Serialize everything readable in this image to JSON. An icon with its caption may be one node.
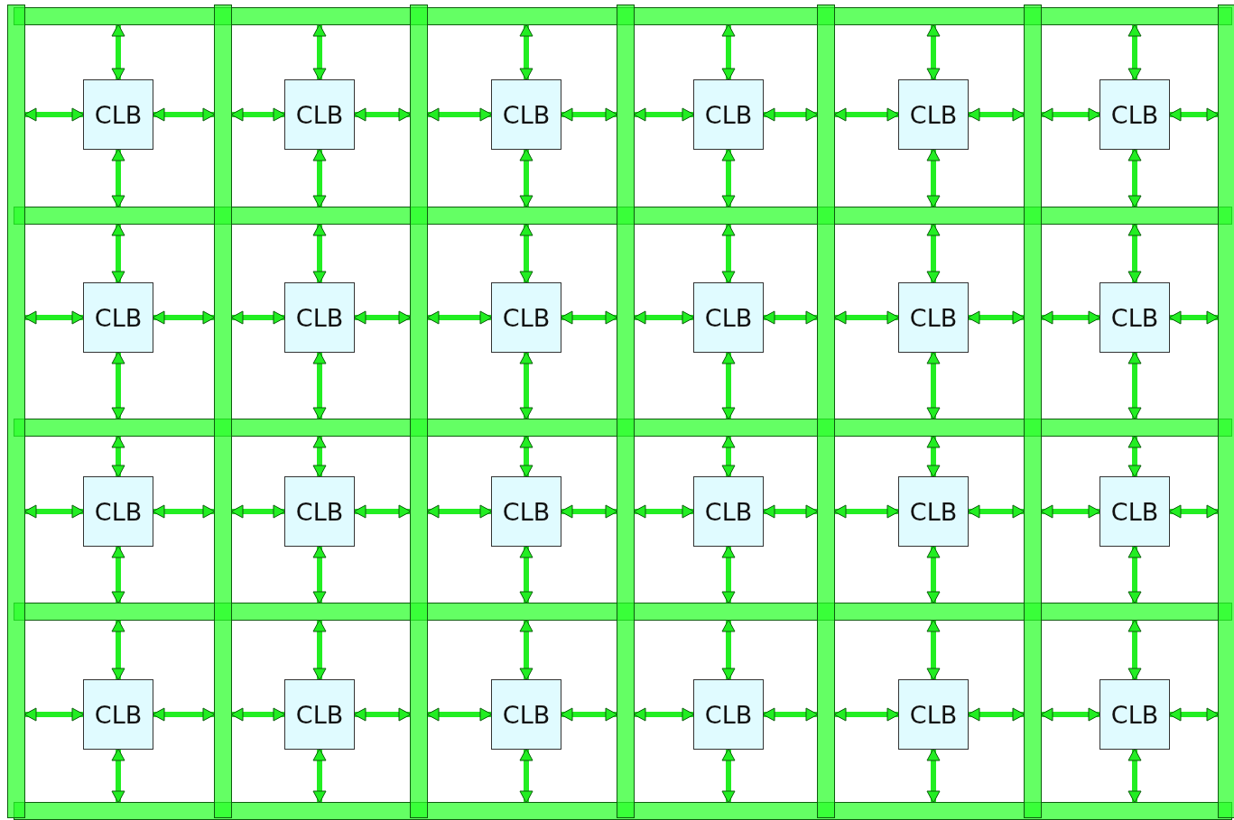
{
  "diagram": {
    "nodes": [
      {
        "text": [],
        "shape": "bar"
      },
      {
        "text": [],
        "shape": "bar"
      },
      {
        "text": [],
        "shape": "bar"
      },
      {
        "text": [],
        "shape": "bar"
      },
      {
        "text": [],
        "shape": "bar"
      },
      {
        "text": [],
        "shape": "bar"
      },
      {
        "text": [],
        "shape": "bar"
      },
      {
        "text": [],
        "shape": "bar"
      },
      {
        "text": [],
        "shape": "bar"
      },
      {
        "text": [],
        "shape": "bar"
      },
      {
        "text": [],
        "shape": "bar"
      },
      {
        "text": [],
        "shape": "bar"
      },
      {
        "text": [
          "CLB"
        ]
      },
      {
        "text": [
          "CLB"
        ]
      },
      {
        "text": [
          "CLB"
        ]
      },
      {
        "text": [
          "CLB"
        ]
      },
      {
        "text": [
          "CLB"
        ]
      },
      {
        "text": [
          "CLB"
        ]
      },
      {
        "text": [
          "CLB"
        ]
      },
      {
        "text": [
          "CLB"
        ]
      },
      {
        "text": [
          "CLB"
        ]
      },
      {
        "text": [
          "CLB"
        ]
      },
      {
        "text": [
          "CLB"
        ]
      },
      {
        "text": [
          "CLB"
        ]
      },
      {
        "text": [
          "CLB"
        ]
      },
      {
        "text": [
          "CLB"
        ]
      },
      {
        "text": [
          "CLB"
        ]
      },
      {
        "text": [
          "CLB"
        ]
      },
      {
        "text": [
          "CLB"
        ]
      },
      {
        "text": [
          "CLB"
        ]
      },
      {
        "text": [
          "CLB"
        ]
      },
      {
        "text": [
          "CLB"
        ]
      },
      {
        "text": [
          "CLB"
        ]
      },
      {
        "text": [
          "CLB"
        ]
      },
      {
        "text": [
          "CLB"
        ]
      },
      {
        "text": [
          "CLB"
        ]
      }
    ],
    "edges": [
      {
        "from": 12,
        "to": 0,
        "arrow": "both"
      },
      {
        "from": 12,
        "to": 5,
        "arrow": "both"
      },
      {
        "from": 12,
        "to": 6,
        "arrow": "both"
      },
      {
        "from": 12,
        "to": 1,
        "arrow": "both"
      },
      {
        "from": 13,
        "to": 0,
        "arrow": "both"
      },
      {
        "from": 13,
        "to": 6,
        "arrow": "both"
      },
      {
        "from": 13,
        "to": 7,
        "arrow": "both"
      },
      {
        "from": 13,
        "to": 1,
        "arrow": "both"
      },
      {
        "from": 14,
        "to": 0,
        "arrow": "both"
      },
      {
        "from": 14,
        "to": 7,
        "arrow": "both"
      },
      {
        "from": 14,
        "to": 8,
        "arrow": "both"
      },
      {
        "from": 14,
        "to": 1,
        "arrow": "both"
      },
      {
        "from": 15,
        "to": 0,
        "arrow": "both"
      },
      {
        "from": 15,
        "to": 8,
        "arrow": "both"
      },
      {
        "from": 15,
        "to": 9,
        "arrow": "both"
      },
      {
        "from": 15,
        "to": 1,
        "arrow": "both"
      },
      {
        "from": 16,
        "to": 0,
        "arrow": "both"
      },
      {
        "from": 16,
        "to": 9,
        "arrow": "both"
      },
      {
        "from": 16,
        "to": 10,
        "arrow": "both"
      },
      {
        "from": 16,
        "to": 1,
        "arrow": "both"
      },
      {
        "from": 17,
        "to": 0,
        "arrow": "both"
      },
      {
        "from": 17,
        "to": 10,
        "arrow": "both"
      },
      {
        "from": 17,
        "to": 11,
        "arrow": "both"
      },
      {
        "from": 17,
        "to": 1,
        "arrow": "both"
      },
      {
        "from": 18,
        "to": 1,
        "arrow": "both"
      },
      {
        "from": 18,
        "to": 5,
        "arrow": "both"
      },
      {
        "from": 18,
        "to": 6,
        "arrow": "both"
      },
      {
        "from": 18,
        "to": 2,
        "arrow": "both"
      },
      {
        "from": 19,
        "to": 1,
        "arrow": "both"
      },
      {
        "from": 19,
        "to": 6,
        "arrow": "both"
      },
      {
        "from": 19,
        "to": 7,
        "arrow": "both"
      },
      {
        "from": 19,
        "to": 2,
        "arrow": "both"
      },
      {
        "from": 20,
        "to": 1,
        "arrow": "both"
      },
      {
        "from": 20,
        "to": 7,
        "arrow": "both"
      },
      {
        "from": 20,
        "to": 8,
        "arrow": "both"
      },
      {
        "from": 20,
        "to": 2,
        "arrow": "both"
      },
      {
        "from": 21,
        "to": 1,
        "arrow": "both"
      },
      {
        "from": 21,
        "to": 8,
        "arrow": "both"
      },
      {
        "from": 21,
        "to": 9,
        "arrow": "both"
      },
      {
        "from": 21,
        "to": 2,
        "arrow": "both"
      },
      {
        "from": 22,
        "to": 1,
        "arrow": "both"
      },
      {
        "from": 22,
        "to": 9,
        "arrow": "both"
      },
      {
        "from": 22,
        "to": 10,
        "arrow": "both"
      },
      {
        "from": 22,
        "to": 2,
        "arrow": "both"
      },
      {
        "from": 23,
        "to": 1,
        "arrow": "both"
      },
      {
        "from": 23,
        "to": 10,
        "arrow": "both"
      },
      {
        "from": 23,
        "to": 11,
        "arrow": "both"
      },
      {
        "from": 23,
        "to": 2,
        "arrow": "both"
      },
      {
        "from": 24,
        "to": 2,
        "arrow": "both"
      },
      {
        "from": 24,
        "to": 5,
        "arrow": "both"
      },
      {
        "from": 24,
        "to": 6,
        "arrow": "both"
      },
      {
        "from": 24,
        "to": 3,
        "arrow": "both"
      },
      {
        "from": 25,
        "to": 2,
        "arrow": "both"
      },
      {
        "from": 25,
        "to": 6,
        "arrow": "both"
      },
      {
        "from": 25,
        "to": 7,
        "arrow": "both"
      },
      {
        "from": 25,
        "to": 3,
        "arrow": "both"
      },
      {
        "from": 26,
        "to": 2,
        "arrow": "both"
      },
      {
        "from": 26,
        "to": 7,
        "arrow": "both"
      },
      {
        "from": 26,
        "to": 8,
        "arrow": "both"
      },
      {
        "from": 26,
        "to": 3,
        "arrow": "both"
      },
      {
        "from": 27,
        "to": 2,
        "arrow": "both"
      },
      {
        "from": 27,
        "to": 8,
        "arrow": "both"
      },
      {
        "from": 27,
        "to": 9,
        "arrow": "both"
      },
      {
        "from": 27,
        "to": 3,
        "arrow": "both"
      },
      {
        "from": 28,
        "to": 2,
        "arrow": "both"
      },
      {
        "from": 28,
        "to": 9,
        "arrow": "both"
      },
      {
        "from": 28,
        "to": 10,
        "arrow": "both"
      },
      {
        "from": 28,
        "to": 3,
        "arrow": "both"
      },
      {
        "from": 29,
        "to": 2,
        "arrow": "both"
      },
      {
        "from": 29,
        "to": 10,
        "arrow": "both"
      },
      {
        "from": 29,
        "to": 11,
        "arrow": "both"
      },
      {
        "from": 29,
        "to": 3,
        "arrow": "both"
      },
      {
        "from": 30,
        "to": 3,
        "arrow": "both"
      },
      {
        "from": 30,
        "to": 5,
        "arrow": "both"
      },
      {
        "from": 30,
        "to": 6,
        "arrow": "both"
      },
      {
        "from": 30,
        "to": 4,
        "arrow": "both"
      },
      {
        "from": 31,
        "to": 3,
        "arrow": "both"
      },
      {
        "from": 31,
        "to": 6,
        "arrow": "both"
      },
      {
        "from": 31,
        "to": 7,
        "arrow": "both"
      },
      {
        "from": 31,
        "to": 4,
        "arrow": "both"
      },
      {
        "from": 32,
        "to": 3,
        "arrow": "both"
      },
      {
        "from": 32,
        "to": 7,
        "arrow": "both"
      },
      {
        "from": 32,
        "to": 8,
        "arrow": "both"
      },
      {
        "from": 32,
        "to": 4,
        "arrow": "both"
      },
      {
        "from": 33,
        "to": 3,
        "arrow": "both"
      },
      {
        "from": 33,
        "to": 8,
        "arrow": "both"
      },
      {
        "from": 33,
        "to": 9,
        "arrow": "both"
      },
      {
        "from": 33,
        "to": 4,
        "arrow": "both"
      },
      {
        "from": 34,
        "to": 3,
        "arrow": "both"
      },
      {
        "from": 34,
        "to": 9,
        "arrow": "both"
      },
      {
        "from": 34,
        "to": 10,
        "arrow": "both"
      },
      {
        "from": 34,
        "to": 4,
        "arrow": "both"
      },
      {
        "from": 35,
        "to": 3,
        "arrow": "both"
      },
      {
        "from": 35,
        "to": 10,
        "arrow": "both"
      },
      {
        "from": 35,
        "to": 11,
        "arrow": "both"
      },
      {
        "from": 35,
        "to": 4,
        "arrow": "both"
      }
    ]
  }
}
